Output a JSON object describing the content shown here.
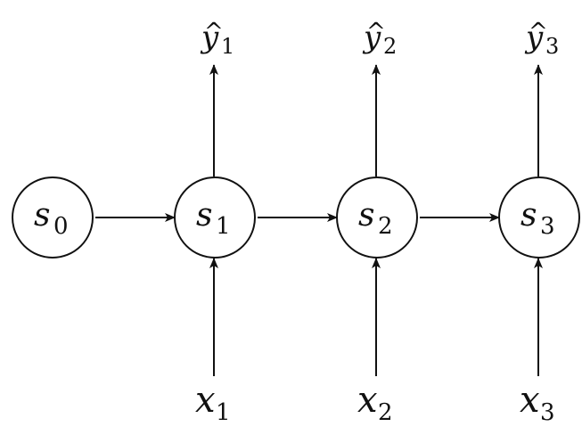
{
  "colors": {
    "stroke": "#111111",
    "background": "#ffffff"
  },
  "states": [
    {
      "symbol": "s",
      "subscript": "0"
    },
    {
      "symbol": "s",
      "subscript": "1"
    },
    {
      "symbol": "s",
      "subscript": "2"
    },
    {
      "symbol": "s",
      "subscript": "3"
    }
  ],
  "inputs": [
    {
      "symbol": "x",
      "subscript": "1"
    },
    {
      "symbol": "x",
      "subscript": "2"
    },
    {
      "symbol": "x",
      "subscript": "3"
    }
  ],
  "outputs": [
    {
      "symbol": "y",
      "hat": "^",
      "subscript": "1"
    },
    {
      "symbol": "y",
      "hat": "^",
      "subscript": "2"
    },
    {
      "symbol": "y",
      "hat": "^",
      "subscript": "3"
    }
  ]
}
